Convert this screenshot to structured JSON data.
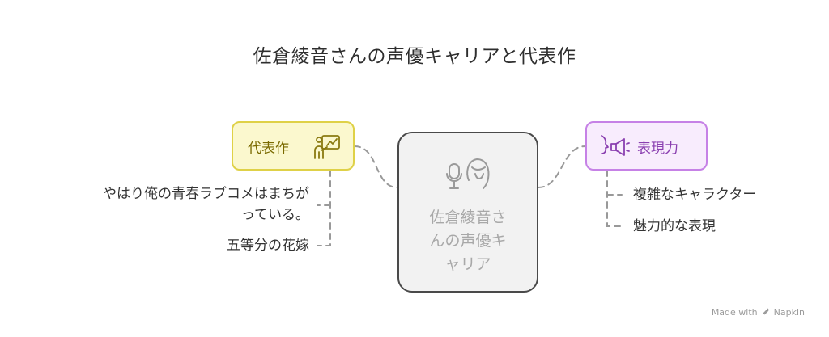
{
  "title": "佐倉綾音さんの声優キャリアと代表作",
  "center": {
    "line1": "佐倉綾音さ",
    "line2": "んの声優キ",
    "line3": "ャリア"
  },
  "left_node": {
    "label": "代表作",
    "icon": "presentation-chart-icon",
    "items": [
      {
        "line1": "やはり俺の青春ラブコメはまちが",
        "line2": "っている。"
      },
      {
        "line1": "五等分の花嫁"
      }
    ]
  },
  "right_node": {
    "label": "表現力",
    "icon": "megaphone-speaking-icon",
    "items": [
      {
        "line1": "複雑なキャラクター"
      },
      {
        "line1": "魅力的な表現"
      }
    ]
  },
  "footer": {
    "made_with": "Made with",
    "brand": "Napkin"
  },
  "colors": {
    "left_fill": "#fbf8ce",
    "left_border": "#dfd147",
    "right_fill": "#f8ecfd",
    "right_border": "#c681e6",
    "center_fill": "#f2f2f2",
    "center_border": "#4a4a4a"
  }
}
